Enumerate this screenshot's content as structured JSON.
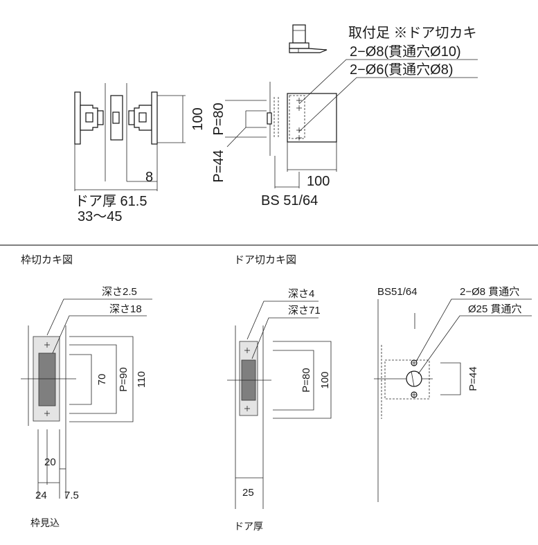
{
  "top_section": {
    "labels": {
      "mounting_leg": "取付足 ※ドア切カキ",
      "hole_10": "2−Ø8(貫通穴Ø10)",
      "hole_8": "2−Ø6(貫通穴Ø8)",
      "dim_100_height": "100",
      "dim_8": "8",
      "door_thickness_label": "ドア厚  61.5",
      "door_thickness_range": "33〜45",
      "p80": "P=80",
      "p44": "P=44",
      "dim_100_width": "100",
      "backset": "BS 51/64"
    }
  },
  "frame_cutout": {
    "title": "枠切カキ図",
    "depth_25": "深さ2.5",
    "depth_18": "深さ18",
    "dim_70": "70",
    "p90": "P=90",
    "dim_110": "110",
    "dim_20": "20",
    "dim_24": "24",
    "dim_7_5": "7.5",
    "frame_depth": "枠見込"
  },
  "door_cutout": {
    "title": "ドア切カキ図",
    "depth_4": "深さ4",
    "depth_71": "深さ71",
    "p80": "P=80",
    "dim_100": "100",
    "dim_25": "25",
    "door_thickness": "ドア厚"
  },
  "side_cutout": {
    "backset": "BS51/64",
    "hole_8_through": "2−Ø8 貫通穴",
    "hole_25_through": "Ø25 貫通穴",
    "p44": "P=44"
  }
}
